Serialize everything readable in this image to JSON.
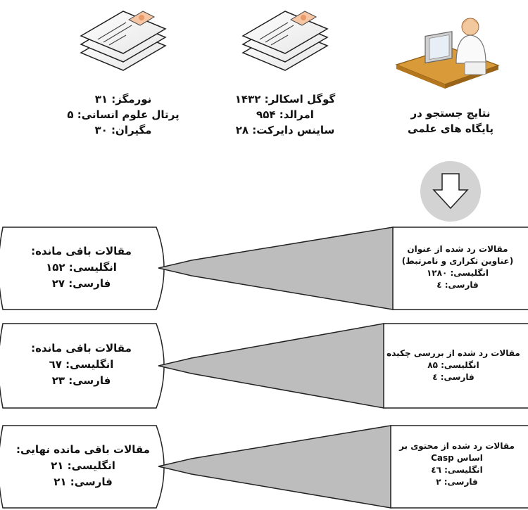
{
  "sources": {
    "heading": [
      "نتایج جستجو در",
      "پایگاه های علمی"
    ],
    "group1": [
      "گوگل اسکالر: ۱۴۳۲",
      "امرالد: ۹۵۴",
      "ساینس دایرکت: ۲۸"
    ],
    "group2": [
      "نورمگز: ۳۱",
      "پرتال علوم انسانی: ۵",
      "مگیران: ۳۰"
    ]
  },
  "stages": [
    {
      "rejected": [
        "مقالات رد شده از عنوان",
        "(عناوین تکراری و نامرتبط)",
        "انگلیسی: ۱۲۸۰",
        "فارسی: ٤"
      ],
      "remaining": [
        "مقالات باقی مانده:",
        "انگلیسی: ۱۵۲",
        "فارسی: ۲۷"
      ]
    },
    {
      "rejected": [
        "مقالات رد شده از بررسی چکیده",
        "انگلیسی: ۸۵",
        "فارسی: ٤"
      ],
      "remaining": [
        "مقالات باقی مانده:",
        "انگلیسی: ٦۷",
        "فارسی: ۲۳"
      ]
    },
    {
      "rejected": [
        "مقالات رد شده از محتوی بر",
        "اساس Casp",
        "انگلیسی: ٤٦",
        "فارسی: ۲"
      ],
      "remaining": [
        "مقالات باقی مانده نهایی:",
        "انگلیسی: ۲۱",
        "فارسی: ۲۱"
      ]
    }
  ],
  "colors": {
    "arrow": "#bdbdbd",
    "circle": "#d3d3d3",
    "stroke": "#222222"
  },
  "icons": [
    "computer-user-icon",
    "document-stack-icon",
    "down-arrow-icon"
  ]
}
